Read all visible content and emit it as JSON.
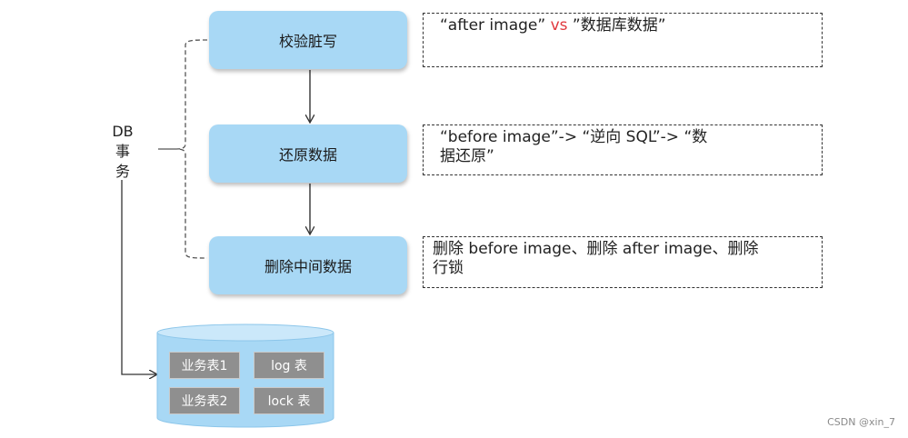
{
  "steps": [
    {
      "label": "校验脏写"
    },
    {
      "label": "还原数据"
    },
    {
      "label": "删除中间数据"
    }
  ],
  "notes": {
    "n1": {
      "part1": "“after  image”  ",
      "vs": "vs",
      "part2": " ”数据库数据”"
    },
    "n2": {
      "line1": "“before image”-> “逆向 SQL”-> “数",
      "line2": "据还原”"
    },
    "n3": {
      "line1": "删除 before image、删除 after image、删除",
      "line2": "行锁"
    }
  },
  "db_label": {
    "line1": "DB",
    "line2": "事",
    "line3": "务"
  },
  "database": {
    "tables": [
      "业务表1",
      "log 表",
      "业务表2",
      "lock 表"
    ]
  },
  "watermark": "CSDN @xin_7",
  "colors": {
    "step_fill": "#a8d8f5",
    "vs_text": "#e0393e",
    "table_fill": "#8f8f8f",
    "cylinder_fill": "#a8d8f5"
  }
}
